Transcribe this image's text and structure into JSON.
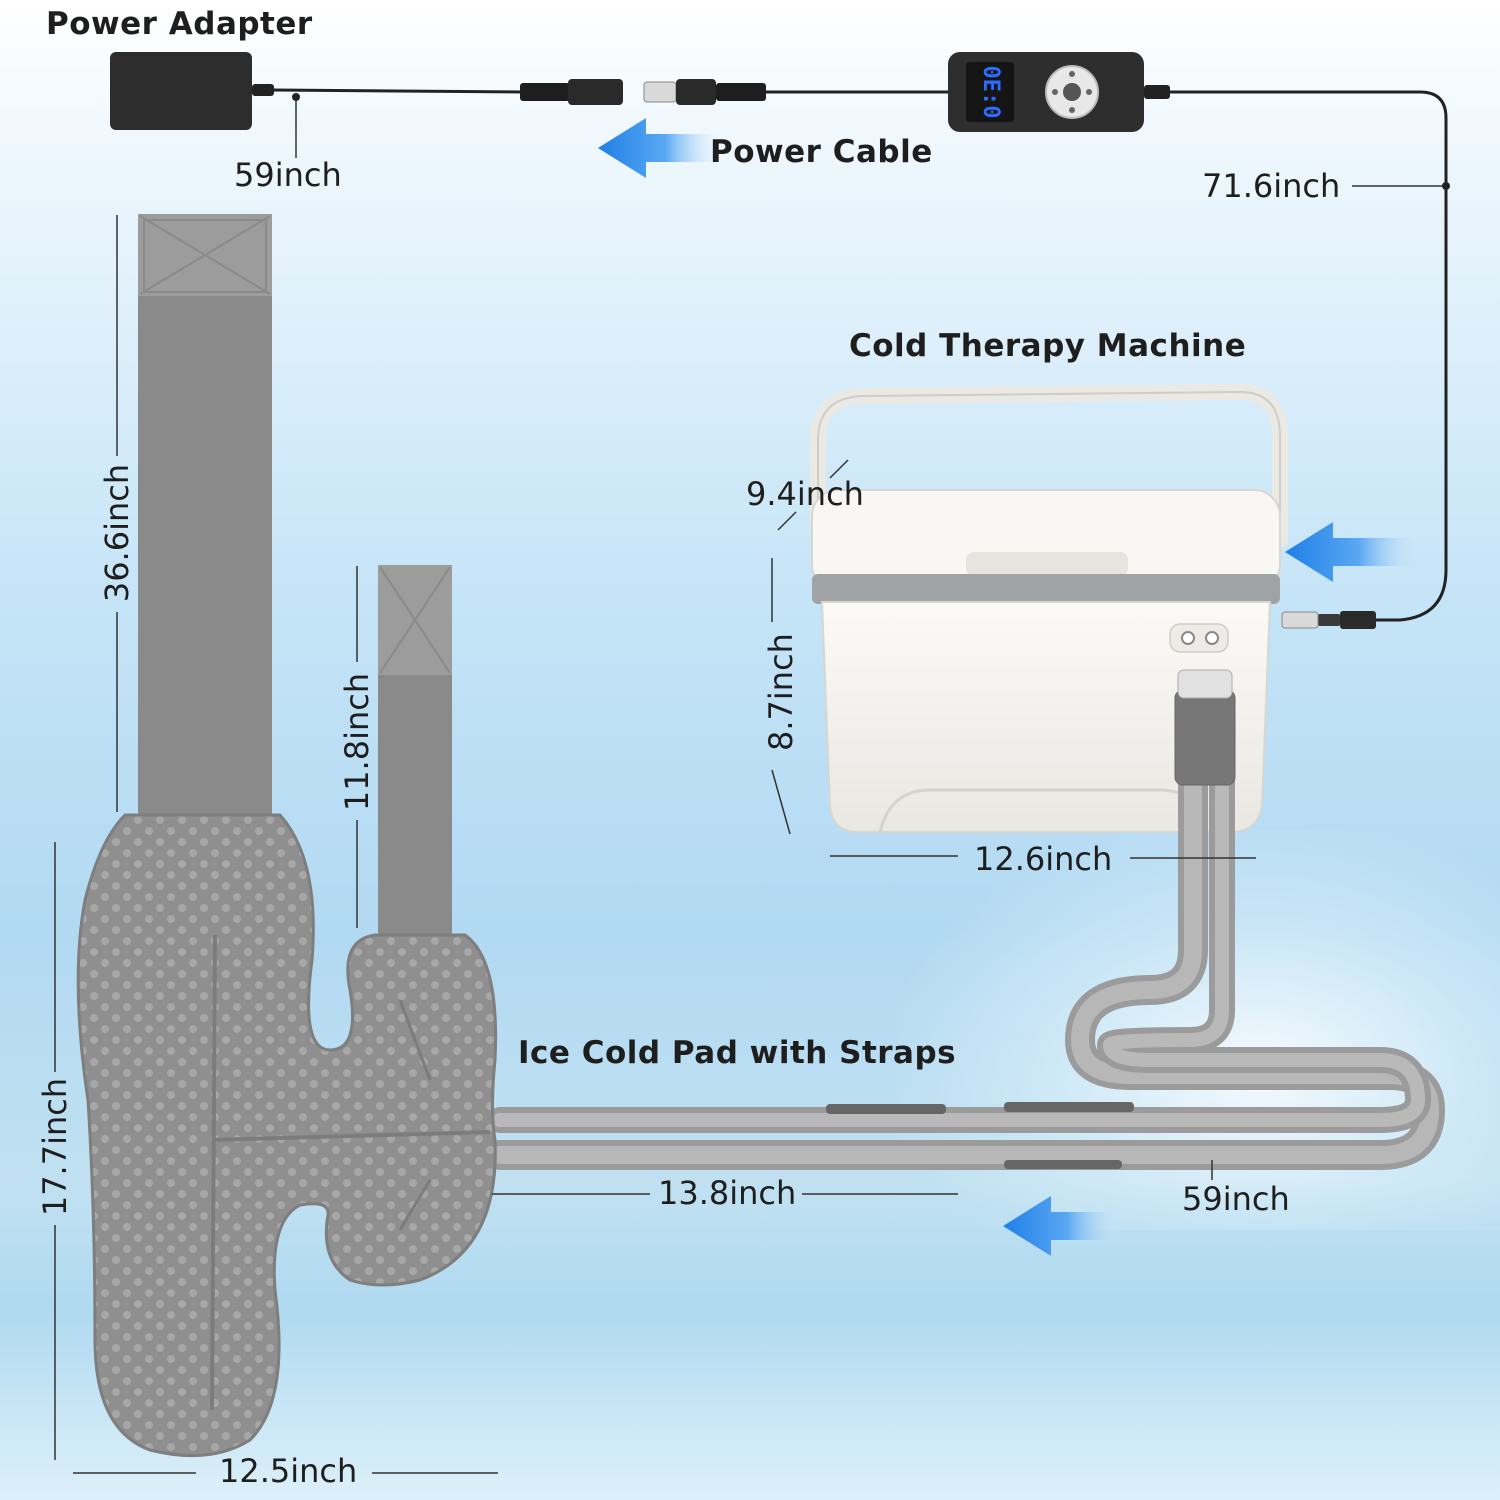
{
  "labels": {
    "power_adapter": "Power Adapter",
    "adapter_cord": "59inch",
    "power_cable": "Power Cable",
    "cable_length": "71.6inch",
    "machine": "Cold Therapy Machine",
    "machine_depth": "9.4inch",
    "machine_height": "8.7inch",
    "machine_width": "12.6inch",
    "pad": "Ice Cold Pad with Straps",
    "long_strap": "36.6inch",
    "short_strap": "11.8inch",
    "pad_height": "17.7inch",
    "pad_width": "12.5inch",
    "pad_tube_length": "13.8inch",
    "hose_length": "59inch"
  },
  "controller": {
    "display": "0E:0"
  },
  "colors": {
    "pad_gray": "#8f8f8f",
    "strap_gray": "#8a8a8a",
    "hose_gray": "#a9a9a9",
    "machine_white": "#f4f2ee",
    "machine_trim": "#9fa3a3",
    "arrow_blue": "#1f7fe6",
    "display_blue": "#2a6cff"
  },
  "icons": [
    "flow-arrow-icon"
  ]
}
